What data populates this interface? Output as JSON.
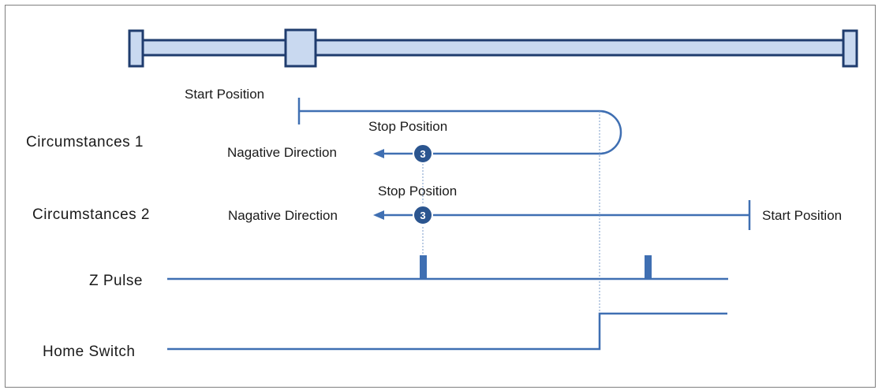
{
  "labels": {
    "start_position_1": "Start Position",
    "stop_position_1": "Stop Position",
    "circumstances_1": "Circumstances 1",
    "negative_direction_1": "Nagative Direction",
    "stop_position_2": "Stop Position",
    "circumstances_2": "Circumstances 2",
    "negative_direction_2": "Nagative Direction",
    "start_position_2": "Start Position",
    "z_pulse": "Z Pulse",
    "home_switch": "Home Switch"
  },
  "markers": {
    "marker_1": "3",
    "marker_2": "3"
  },
  "colors": {
    "line": "#3f6fb2",
    "rail_fill": "#c9d9f0",
    "rail_stroke": "#1f3c6e",
    "marker_fill": "#2b558f",
    "text": "#1a1a1a"
  }
}
